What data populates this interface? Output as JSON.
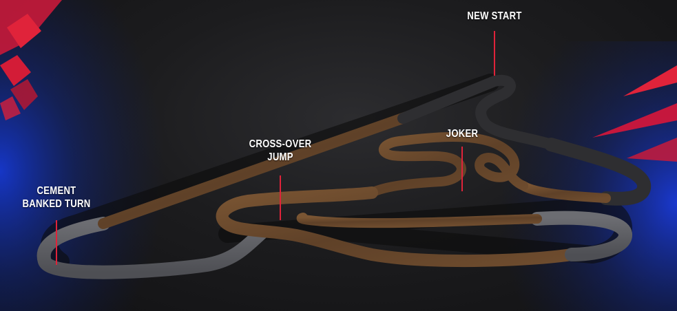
{
  "labels": {
    "new_start": "NEW START",
    "joker": "JOKER",
    "crossover_jump": [
      "CROSS-OVER",
      "JUMP"
    ],
    "cement_banked_turn": [
      "CEMENT",
      "BANKED TURN"
    ]
  },
  "colors": {
    "dirt": "#6b4a2c",
    "cement": "#5e5f64",
    "asphalt": "#2a2a2c",
    "marker": "#e0233a",
    "accent_blue": "#1a3cc8",
    "accent_red": "#d8163a"
  }
}
